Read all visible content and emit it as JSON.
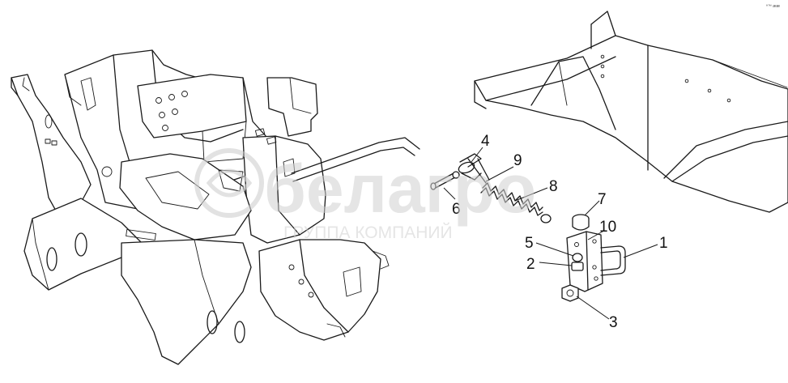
{
  "watermark": {
    "brand": "белагро",
    "subtitle": "ГРУППА КОМПАНИЙ"
  },
  "corner_mark": "ª™ ææ",
  "callouts": [
    {
      "id": "1",
      "label": "1"
    },
    {
      "id": "2",
      "label": "2"
    },
    {
      "id": "3",
      "label": "3"
    },
    {
      "id": "4",
      "label": "4"
    },
    {
      "id": "5",
      "label": "5"
    },
    {
      "id": "6",
      "label": "6"
    },
    {
      "id": "7",
      "label": "7"
    },
    {
      "id": "8",
      "label": "8"
    },
    {
      "id": "9",
      "label": "9"
    },
    {
      "id": "10",
      "label": "10"
    }
  ]
}
